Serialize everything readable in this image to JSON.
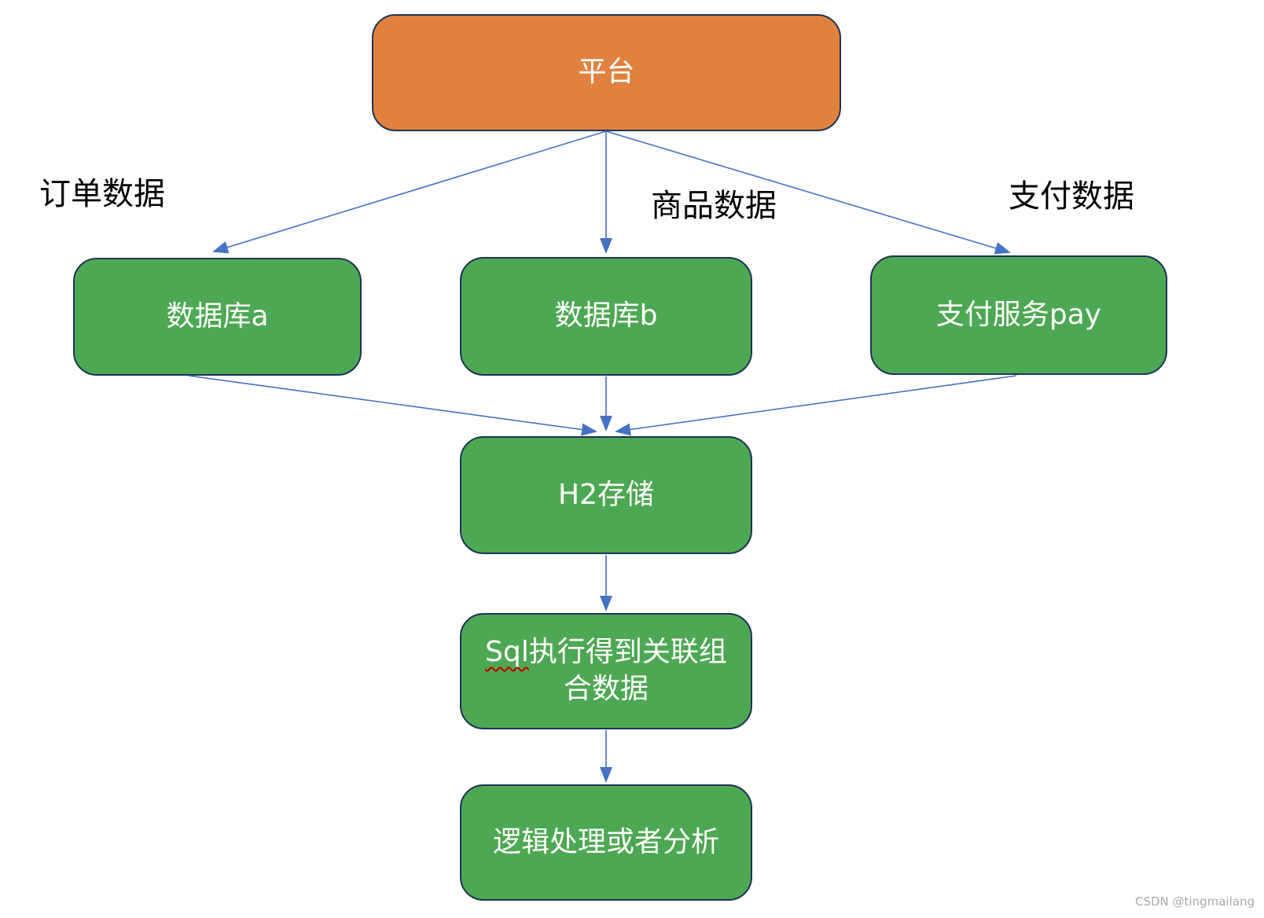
{
  "diagram": {
    "nodes": {
      "platform": {
        "label": "平台",
        "fill": "#E0823E"
      },
      "db_a": {
        "label": "数据库a",
        "fill": "#4DA853"
      },
      "db_b": {
        "label": "数据库b",
        "fill": "#4DA853"
      },
      "pay": {
        "label": "支付服务pay",
        "fill": "#4DA853"
      },
      "h2": {
        "label": "H2存储",
        "fill": "#4DA853"
      },
      "sql": {
        "label_prefix": "Sql",
        "label_rest": "执行得到关联组合数据",
        "full_label": "Sql执行得到关联组合数据",
        "spellcheck_underlined_word": "Sql",
        "fill": "#4DA853"
      },
      "logic": {
        "label": "逻辑处理或者分析",
        "fill": "#4DA853"
      }
    },
    "edge_labels": {
      "order": "订单数据",
      "product": "商品数据",
      "payment": "支付数据"
    },
    "edges": [
      {
        "from": "platform",
        "to": "db_a",
        "label": "订单数据"
      },
      {
        "from": "platform",
        "to": "db_b",
        "label": "商品数据"
      },
      {
        "from": "platform",
        "to": "pay",
        "label": "支付数据"
      },
      {
        "from": "db_a",
        "to": "h2",
        "label": ""
      },
      {
        "from": "db_b",
        "to": "h2",
        "label": ""
      },
      {
        "from": "pay",
        "to": "h2",
        "label": ""
      },
      {
        "from": "h2",
        "to": "sql",
        "label": ""
      },
      {
        "from": "sql",
        "to": "logic",
        "label": ""
      }
    ],
    "colors": {
      "node_green": "#4DA853",
      "node_orange": "#E0823E",
      "node_border": "#1F3356",
      "node_text": "#FFFFFF",
      "arrow": "#4472C4",
      "edge_label_text": "#000000",
      "spellcheck_underline": "#C00000",
      "watermark_text": "#A9A9A9"
    },
    "watermark": "CSDN @tingmailang"
  }
}
